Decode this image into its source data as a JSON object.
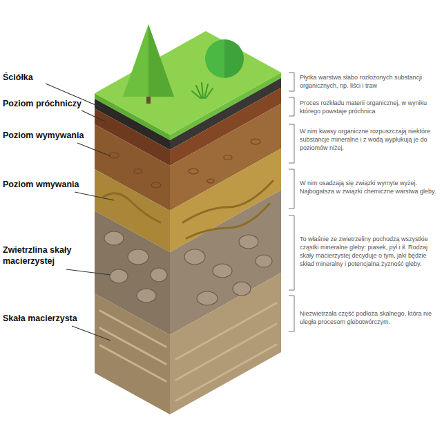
{
  "diagram": {
    "labels": [
      "Ściółka",
      "Płytka warstwa słabo rozłożonych substancji organicznych, np. liści i traw",
      "Poziom próchniczy",
      "Proces rozkładu materii organicznej, w wyniku którego powstaje próchnica",
      "Poziom wymywania",
      "W nim kwasy organiczne rozpuszczają niektóre substancje mineralne i z wodą wypłukują je do poziomów niżej.",
      "Poziom wmywania",
      "W nim osadzają się związki wymyte wyżej. Najbogatsza w związki chemiczne warstwa gleby.",
      "Zwietrzlina skały macierzystej",
      "To właśnie ze zwietrzeliny pochodzą wszystkie cząstki mineralne gleby: piasek, pył i ił. Rodzaj skały macierzystej decyduje o tym, jaki będzie skład mineralny i potencjalna żyzność gleby.",
      "Skała macierzysta",
      "Niezwietrzała część podłoża skalnego, która nie uległa procesom glebotwórczym."
    ]
  }
}
